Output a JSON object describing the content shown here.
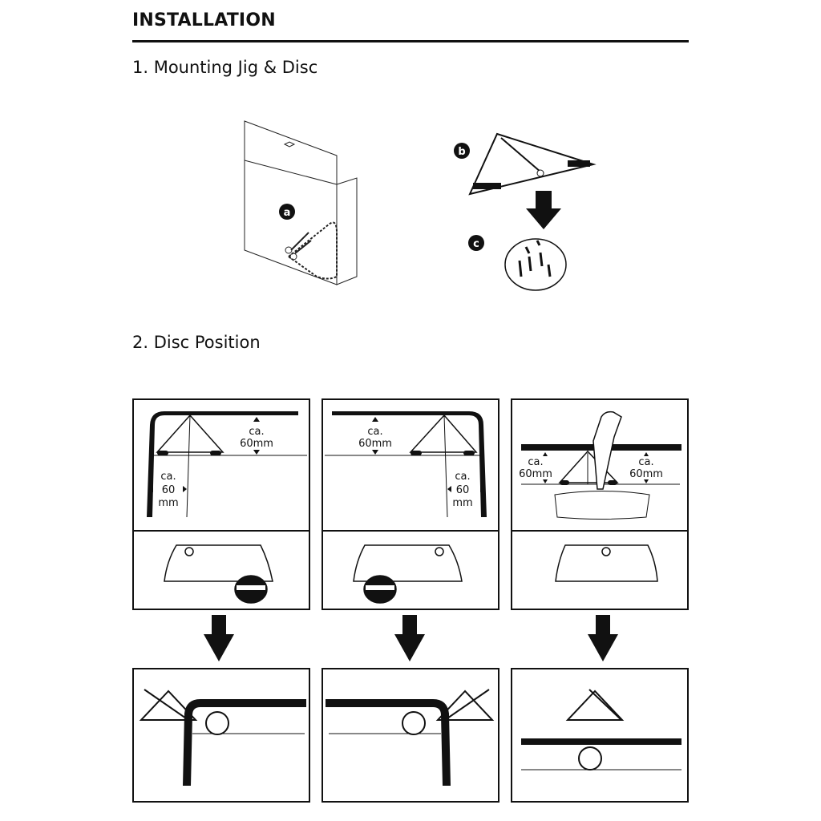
{
  "title": "INSTALLATION",
  "section1": {
    "heading": "1. Mounting Jig & Disc",
    "labels": {
      "a": "a",
      "b": "b",
      "c": "c"
    }
  },
  "section2": {
    "heading": "2. Disc Position",
    "dim": {
      "ca": "ca.",
      "mm60": "60mm",
      "n60": "60",
      "mm": "mm"
    }
  }
}
